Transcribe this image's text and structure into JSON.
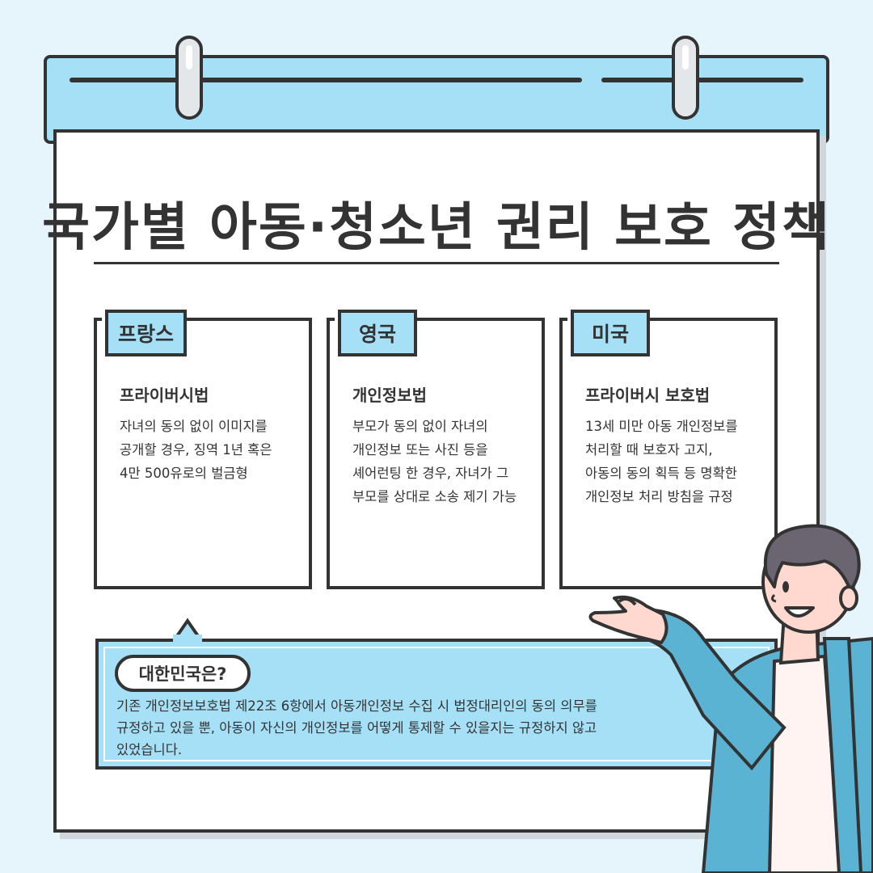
{
  "title": "국가별 아동·청소년 권리 보호 정책",
  "countries": [
    {
      "name": "프랑스",
      "law": "프라이버시법",
      "lines": [
        "자녀의 동의 없이 이미지를",
        "공개할 경우, 징역 1년 혹은",
        "4만 500유로의 벌금형"
      ]
    },
    {
      "name": "영국",
      "law": "개인정보법",
      "lines": [
        "부모가 동의 없이 자녀의",
        "개인정보 또는 사진 등을",
        "셰어런팅 한 경우, 자녀가 그",
        "부모를 상대로 소송 제기 가능"
      ]
    },
    {
      "name": "미국",
      "law": "프라이버시 보호법",
      "lines": [
        "13세 미만 아동 개인정보를",
        "처리할 때 보호자 고지,",
        "아동의 동의 획득 등 명확한",
        "개인정보 처리 방침을 규정"
      ]
    }
  ],
  "korea": {
    "label": "대한민국은?",
    "lines": [
      "기존 개인정보보호법 제22조 6항에서 아동개인정보 수집 시 법정대리인의 동의 의무를",
      "규정하고 있을 뿐, 아동이 자신의 개인정보를 어떻게 통제할 수 있을지는 규정하지 않고",
      "있었습니다."
    ]
  },
  "colors": {
    "accent": "#a6e0f7",
    "background": "#e6f4fc",
    "outline": "#333333",
    "jacket": "#5bb3d3"
  },
  "icons": [
    "calendar-ring-icon",
    "person-illustration"
  ]
}
